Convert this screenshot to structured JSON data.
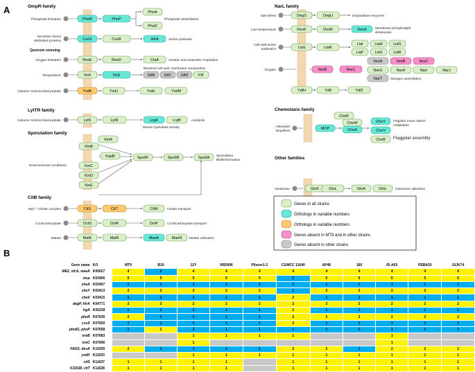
{
  "panels": {
    "a": "A",
    "b": "B"
  },
  "families": {
    "ompr": "OmpR-family",
    "narl": "NarL family",
    "lyttr": "LytTR family",
    "spor": "Sporulation family",
    "chemo": "Chemotaxis family",
    "other": "Other families",
    "citb": "CitB family",
    "quorum": "Quorum sensing"
  },
  "signals": {
    "phosphate": "Phosphate limitation",
    "secretion1": "Secretion stress",
    "secretion2": "Misfolded proteins",
    "oxygen": "Oxygen limitation",
    "temp": "Temperature",
    "cationic": "Cationic Antimicrobial peptide",
    "cationic2": "Cationic Antimicrobial peptide",
    "salt": "Salt stress",
    "lowtemp": "Low temperature",
    "cellwall1": "Cell wall-active",
    "cellwall2": "antibiotics",
    "oxygen2": "Oxygen",
    "env": "Environmental conditions",
    "attractant1": "Attractant",
    "attractant2": "Repellent",
    "glutamine": "Glutamine",
    "mg": "Mg²⁺- Citrate complex",
    "c4": "C4-Dicarboxylate",
    "malate": "Malate"
  },
  "outputs": {
    "phosphate": "Phosphate assimilation",
    "serine": "Serine protease",
    "aerobic": "Aerobic and anaerobic respiration",
    "bacterial1": "Bacterial cell wall, membrane composition",
    "degradative": "Degradative enzymes",
    "membrane1": "Membrane phospholipid",
    "membrane2": "desaturase",
    "nitrogen": "Nitrogen assimilation",
    "autolysis": "Autolysis",
    "murein": "Murein hydrolase activity",
    "sporulation1": "Sporulation",
    "sporulation2": "Biofilmformation",
    "flagmotor1": "Flagellar motor switch",
    "flagmotor2": "Adaptation",
    "flagassembly": "Flaggelar assembly",
    "glutamine": "Glutamine utilization",
    "citrate": "Citrate transport",
    "c4": "C4-Dicarboxylate transport",
    "malate": "Malate utilization"
  },
  "genes": {
    "phoR": "PhoR",
    "phoP": "PhoP",
    "phoA": "PhoA",
    "phoD": "PhoD",
    "cssS": "CssS",
    "cssR": "CssR",
    "htrA": "HtrA",
    "resE": "ResE",
    "resD": "ResD",
    "ctaA": "CtaA",
    "vicK": "VicK",
    "vicE": "VicE",
    "gltB": "GltB",
    "gltC": "GltC",
    "gltD": "GltD",
    "fif": "FIF",
    "yxdK": "YxdK",
    "yxdJ": "YxdJ",
    "yxdL": "YxdL",
    "yxdM": "YxdM",
    "degS": "DegS",
    "degU": "DegU",
    "desK": "DesK",
    "desR": "DesR",
    "desA": "DesA",
    "liaS": "LiaS",
    "liaR": "LiaR",
    "liaI": "LiaI",
    "liaH": "LiaH",
    "liaG": "LiaG",
    "liaF": "LiaF",
    "liaS2": "LiaS",
    "liaR2": "LiaR",
    "nreB": "NreB",
    "nreC": "NreC",
    "nreA": "NreA",
    "nreB2": "NreB",
    "nreC2": "NreC",
    "narG": "NarG",
    "narH": "NarH",
    "narI": "NarI",
    "narJ": "NarJ",
    "narT": "NarT",
    "ydfH": "YdfH",
    "ydfI": "YdfI",
    "ydfJ": "YdfJ",
    "lytS": "LytS",
    "lytR": "LytR",
    "lrgA": "LrgA",
    "lrgB": "LrgB",
    "kinA": "KinA",
    "kinB": "KinB",
    "kapB": "KapB",
    "kinC": "KinC",
    "kinD": "KinD",
    "kinE": "KinE",
    "spo0F": "Spo0F",
    "spo0B": "Spo0B",
    "spo0A": "Spo0A",
    "cheR": "CheR",
    "cheW": "CheW",
    "cheY": "CheY",
    "mcp": "MCP",
    "cheA": "CheA",
    "cheV": "CheV",
    "cheB": "CheB",
    "glnK": "GlnK",
    "glnL": "GlnL",
    "glnA": "GlnA",
    "glnL2": "GlnL",
    "citS": "CitS",
    "citT": "CitT",
    "citM": "CitM",
    "dctS": "DctS",
    "dctR": "DctR",
    "dctP": "DctP",
    "malK": "MalK",
    "malR": "MalR",
    "maeA": "MaeA",
    "maeN": "MaeN"
  },
  "legend": [
    {
      "label": "Genes in all strains",
      "color": "#d9f0c9"
    },
    {
      "label": "Orthologs in variable numbers",
      "color": "#66e8d6"
    },
    {
      "label": "Orthologs in variable numbers",
      "color": "#fbc96e"
    },
    {
      "label": "Genes absent in MT9 and in other strains",
      "color": "#f58fc8"
    },
    {
      "label": "Genes absent in other strains",
      "color": "#c8c8c8"
    }
  ],
  "colors": {
    "all": "#d9f0c9",
    "cyan": "#66e8d6",
    "orange": "#fbc96e",
    "pink": "#f58fc8",
    "gray": "#c8c8c8",
    "stroke": "#6a9a55",
    "membrane": "#e8a060",
    "cell_yellow": "#fff200",
    "cell_blue": "#00aeef",
    "cell_gray": "#c8c8c8"
  },
  "table": {
    "headers": [
      "Gene name",
      "KO",
      "MT9",
      "B19",
      "12Y",
      "XRD006",
      "Pilsner1-2",
      "CGMCC 11640",
      "AP46",
      "160",
      "ID-A03",
      "PEBA20",
      "GIJK74"
    ],
    "rows": [
      {
        "gene": "ME2, sfcA, maeA",
        "ko": "K00027",
        "vals": [
          "4",
          "2",
          "4",
          "4",
          "4",
          "4",
          "4",
          "4",
          "4",
          "4",
          "4"
        ],
        "cls": [
          "y",
          "b",
          "y",
          "y",
          "y",
          "y",
          "y",
          "y",
          "y",
          "y",
          "y"
        ]
      },
      {
        "gene": "mcp",
        "ko": "K03406",
        "vals": [
          "5",
          "5",
          "5",
          "5",
          "5",
          "5",
          "5",
          "5",
          "5",
          "5",
          "5"
        ],
        "cls": [
          "y",
          "y",
          "y",
          "y",
          "y",
          "b",
          "y",
          "y",
          "y",
          "y",
          "y"
        ]
      },
      {
        "gene": "cheA",
        "ko": "K03407",
        "vals": [
          "1",
          "1",
          "1",
          "1",
          "1",
          "1",
          "1",
          "1",
          "1",
          "1",
          "1"
        ],
        "cls": [
          "b",
          "b",
          "b",
          "b",
          "b",
          "b",
          "b",
          "b",
          "b",
          "b",
          "b"
        ]
      },
      {
        "gene": "cheY",
        "ko": "K03413",
        "vals": [
          "2",
          "2",
          "2",
          "2",
          "2",
          "1",
          "2",
          "2",
          "2",
          "2",
          "2"
        ],
        "cls": [
          "y",
          "y",
          "y",
          "y",
          "y",
          "b",
          "y",
          "y",
          "y",
          "y",
          "y"
        ]
      },
      {
        "gene": "cheV",
        "ko": "K03415",
        "vals": [
          "1",
          "1",
          "1",
          "1",
          "1",
          "2",
          "1",
          "1",
          "1",
          "1",
          "1"
        ],
        "cls": [
          "b",
          "b",
          "b",
          "b",
          "b",
          "y",
          "b",
          "b",
          "b",
          "b",
          "b"
        ]
      },
      {
        "gene": "degP, htrA",
        "ko": "K04771",
        "vals": [
          "2",
          "2",
          "2",
          "2",
          "2",
          "2",
          "2",
          "2",
          "2",
          "2",
          "2"
        ],
        "cls": [
          "y",
          "y",
          "y",
          "y",
          "y",
          "y",
          "y",
          "y",
          "y",
          "y",
          "y"
        ]
      },
      {
        "gene": "lrgA",
        "ko": "K05338",
        "vals": [
          "1",
          "1",
          "1",
          "1",
          "1",
          "2",
          "1",
          "1",
          "1",
          "1",
          "1"
        ],
        "cls": [
          "b",
          "b",
          "b",
          "b",
          "b",
          "y",
          "b",
          "b",
          "b",
          "b",
          "b"
        ]
      },
      {
        "gene": "phoR",
        "ko": "K07636",
        "vals": [
          "2",
          "1",
          "1",
          "1",
          "1",
          "2",
          "2",
          "2",
          "2",
          "2",
          "2"
        ],
        "cls": [
          "y",
          "b",
          "b",
          "b",
          "b",
          "y",
          "y",
          "y",
          "y",
          "y",
          "y"
        ]
      },
      {
        "gene": "cssS",
        "ko": "K07650",
        "vals": [
          "1",
          "1",
          "1",
          "1",
          "1",
          "2",
          "1",
          "1",
          "1",
          "1",
          "1"
        ],
        "cls": [
          "b",
          "b",
          "b",
          "b",
          "b",
          "y",
          "b",
          "b",
          "b",
          "b",
          "b"
        ]
      },
      {
        "gene": "pho81, phoP",
        "ko": "K07658",
        "vals": [
          "1",
          "2",
          "1",
          "1",
          "1",
          "1",
          "1",
          "1",
          "1",
          "1",
          "1"
        ],
        "cls": [
          "b",
          "y",
          "b",
          "b",
          "b",
          "b",
          "b",
          "b",
          "b",
          "b",
          "b"
        ]
      },
      {
        "gene": "nreB",
        "ko": "K07683",
        "vals": [
          "",
          "",
          "1",
          "1",
          "1",
          "1",
          "",
          "",
          "1",
          "",
          ""
        ],
        "cls": [
          "g",
          "g",
          "y",
          "y",
          "y",
          "y",
          "g",
          "g",
          "y",
          "g",
          "g"
        ]
      },
      {
        "gene": "nreC",
        "ko": "K07696",
        "vals": [
          "",
          "",
          "1",
          "",
          "",
          "",
          "",
          "",
          "1",
          "",
          ""
        ],
        "cls": [
          "g",
          "g",
          "y",
          "g",
          "g",
          "g",
          "g",
          "g",
          "y",
          "g",
          "g"
        ]
      },
      {
        "gene": "FADS, desA",
        "ko": "K10255",
        "vals": [
          "2",
          "1",
          "1",
          "1",
          "1",
          "2",
          "2",
          "1",
          "2",
          "2",
          "2"
        ],
        "cls": [
          "y",
          "b",
          "b",
          "b",
          "b",
          "y",
          "y",
          "b",
          "y",
          "y",
          "y"
        ]
      },
      {
        "gene": "yxdK",
        "ko": "K11633",
        "vals": [
          "",
          "",
          "1",
          "1",
          "1",
          "1",
          "1",
          "1",
          "1",
          "1",
          "1"
        ],
        "cls": [
          "g",
          "g",
          "y",
          "y",
          "y",
          "y",
          "y",
          "y",
          "y",
          "y",
          "y"
        ]
      },
      {
        "gene": "citS",
        "ko": "K11637",
        "vals": [
          "1",
          "1",
          "1",
          "1",
          "",
          "1",
          "1",
          "1",
          "1",
          "1",
          "1"
        ],
        "cls": [
          "y",
          "y",
          "y",
          "y",
          "g",
          "y",
          "y",
          "y",
          "y",
          "y",
          "y"
        ]
      },
      {
        "gene": "K11638, citT",
        "ko": "K11638",
        "vals": [
          "1",
          "1",
          "1",
          "1",
          "",
          "1",
          "1",
          "1",
          "1",
          "1",
          "1"
        ],
        "cls": [
          "y",
          "y",
          "y",
          "y",
          "g",
          "y",
          "y",
          "y",
          "y",
          "y",
          "y"
        ]
      }
    ]
  }
}
